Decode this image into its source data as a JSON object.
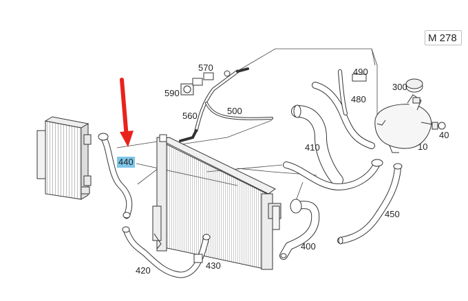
{
  "model_code": "M 278",
  "highlighted_part": "440",
  "parts": [
    {
      "id": "570",
      "label": "570"
    },
    {
      "id": "590",
      "label": "590"
    },
    {
      "id": "560",
      "label": "560"
    },
    {
      "id": "500",
      "label": "500"
    },
    {
      "id": "490",
      "label": "490"
    },
    {
      "id": "480",
      "label": "480"
    },
    {
      "id": "300",
      "label": "300"
    },
    {
      "id": "10",
      "label": "10"
    },
    {
      "id": "40",
      "label": "40"
    },
    {
      "id": "410",
      "label": "410"
    },
    {
      "id": "440",
      "label": "440"
    },
    {
      "id": "450",
      "label": "450"
    },
    {
      "id": "400",
      "label": "400"
    },
    {
      "id": "420",
      "label": "420"
    },
    {
      "id": "430",
      "label": "430"
    }
  ],
  "colors": {
    "arrow": "#e8231c",
    "highlight": "#7ec6e8",
    "line": "#333333"
  }
}
